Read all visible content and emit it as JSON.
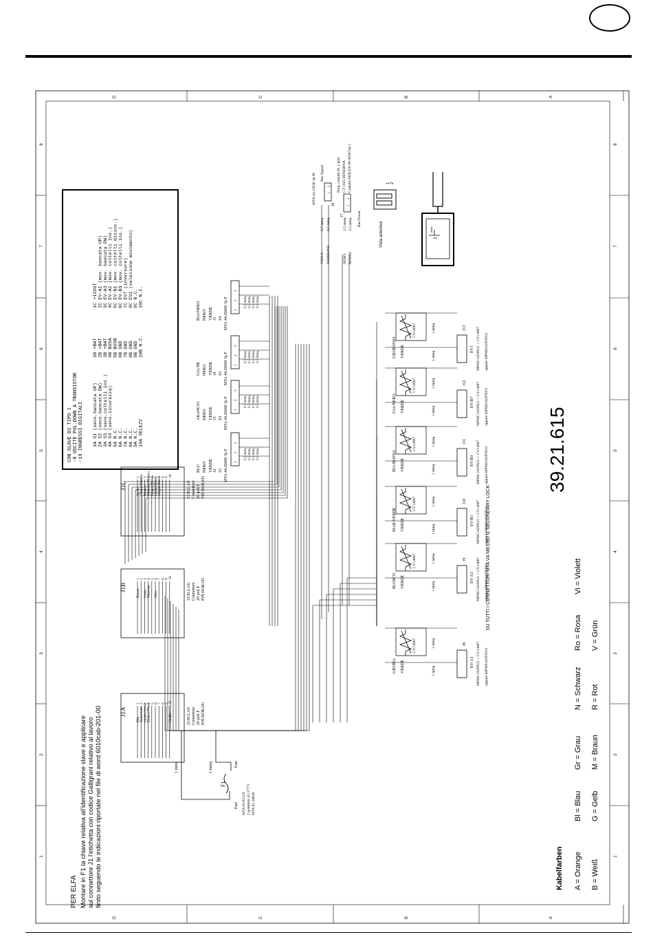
{
  "doc_number": "39.21.615",
  "notes": {
    "title": "PER ELFA",
    "lines": [
      "Montare  in F1 la chiave relativa all'identificazione slave e applicare",
      "sul connettore J1 l'etichetta  con codice Galligrani relativo al lavoro",
      "finito seguendo le indicazioni riportate nel file di word 6010cab-201-00"
    ]
  },
  "legend": {
    "title": "Kabelfarben",
    "rows": [
      [
        "A = Orange",
        "Bl = Blau",
        "Gr = Grau",
        "N = Schwarz",
        "Ro = Rosa",
        "Vi = Violett"
      ],
      [
        "B = Weiß",
        "G = Gelb",
        "M = Braun",
        "R = Rot",
        "V = Grün"
      ]
    ]
  },
  "secondary_lock_note": "SU TUTTI I CONNETTORI MTA VA MESSO IL SECONDARY LOCK",
  "spec_box": {
    "header": [
      "CON SLAVE DI TIPO 1",
      "-8 USCITE PUL.DOWN A TRANSISTOR",
      "-10 INGRESSI DIGITALI"
    ],
    "col1": [
      "1A S1  (sens.bancata UP)",
      "2A S2  (sens.bancata DW)",
      "3A S3  (sens.coltelli ins.)",
      "4A S4  (sens.sicurezza)",
      "5A N.C.",
      "6A N.C.",
      "7A N.C.",
      "8A N.C.",
      "9A N.C.",
      "10A SELEZV"
    ],
    "col2": [
      "1B +BAT",
      "2B +BAT",
      "3B +BAT",
      "4B BUSA",
      "5B BUSB",
      "6B GND",
      "7B GND",
      "8B GND",
      "9B GND",
      "10B N.C."
    ],
    "col3": [
      "1C +12OUT",
      "2C EV-A1 (mov. bancata UP)",
      "3C EV-A3 (mov. bancata DW)",
      "4C EV-A2 (mov. coltelli ins.)",
      "5C EV-B1 (mov. coltelli disins.)",
      "6C EV-B3 (mov. coltelli ins.)",
      "7C EV7 (inversore)",
      "8C EV1 (selezione movimento)",
      "9C N.C.",
      "10C N.C."
    ]
  },
  "connectors": [
    {
      "name": "J1A",
      "pins": [
        "1",
        "2",
        "3",
        "4",
        "5",
        "6",
        "7",
        "8",
        "9",
        "10"
      ],
      "wires": [
        "Blu",
        "Arancione",
        "Giallo/Verde",
        "Bianco/Nero",
        "",
        "",
        "",
        "",
        "",
        "Giallo"
      ],
      "spec": [
        "2130.2.AU",
        "Connettore",
        "20 poli F",
        "PIN DORATI"
      ]
    },
    {
      "name": "J1B",
      "pins": [
        "1",
        "2",
        "3",
        "4",
        "5",
        "6",
        "7",
        "8",
        "9",
        "10"
      ],
      "wires": [
        "Rosso",
        "",
        "Viola",
        "Marrone",
        "",
        "Nero",
        "",
        "",
        "",
        ""
      ],
      "spec": [
        "2130.2.AU",
        "Connettore",
        "20 poli F",
        "PIN DORATI"
      ]
    },
    {
      "name": "J1C",
      "pins": [
        "1",
        "2",
        "3",
        "4",
        "5",
        "6",
        "7",
        "8",
        "9",
        "10"
      ],
      "wires": [
        "Verde",
        "Grigio/Bianco",
        "Bianco",
        "Marrone/Bianco",
        "Bianco/Rosso",
        "Giallo/Nero",
        "Grigio/Rosso",
        "",
        "",
        ""
      ],
      "spec": [
        "2130.2.AU",
        "Connettore",
        "20 poli F",
        "PIN DORATI"
      ]
    }
  ],
  "fuse": {
    "name": "F1",
    "label": "Fast",
    "wire": "1 mmq",
    "codes": [
      "MTA 03.02319",
      "2 gommini 45.37771",
      "MTA 01.28640"
    ]
  },
  "sensors": [
    {
      "name": "S1",
      "j": "J2",
      "part": "MTA 44.26660  3p F",
      "wires": [
        "BLU",
        "NERO",
        "VERDE"
      ],
      "wire": "0,5 mmq"
    },
    {
      "name": "S2",
      "j": "J3",
      "part": "MTA 44.26660  3p F",
      "wires": [
        "ARANCIO",
        "NERO",
        "VERDE"
      ],
      "wire": "0,5 mmq"
    },
    {
      "name": "S3",
      "j": "J4",
      "part": "MTA 44.26660  3p F",
      "wires": [
        "GIA/NE",
        "NERO",
        "VERDE"
      ],
      "wire": "0,5 mmq"
    },
    {
      "name": "S4",
      "j": "J5",
      "part": "MTA 44.26660  3p F",
      "wires": [
        "BIA/NERO",
        "NERO",
        "VERDE"
      ],
      "wire": "0,5 mmq"
    }
  ],
  "valves": [
    {
      "name": "EV-A1",
      "j": "J8",
      "color": "GRI/BIA",
      "diode": "CV14607",
      "wire": "1 mmq",
      "ground": "VERDE",
      "codes": [
        "MPMC1829N21 + CV14607",
        "oppure MPMS1829TD11"
      ]
    },
    {
      "name": "EV-A3",
      "j": "J9",
      "color": "BIANCO",
      "diode": "CV14607",
      "wire": "1 mmq",
      "ground": "VERDE",
      "codes": [
        "MPMC1829N21 + CV14607",
        "oppure MPMS1829TD11"
      ]
    },
    {
      "name": "EV-B1",
      "j": "J10",
      "color": "MAR/VERDE",
      "diode": "CV14607",
      "wire": "1 mmq",
      "ground": "VERDE",
      "codes": [
        "MPMC1829N21 + CV14607",
        "oppure MPMS1829TD11"
      ]
    },
    {
      "name": "EV-B3",
      "j": "J11",
      "color": "BIA/ROSSO",
      "diode": "CV14607",
      "wire": "1 mmq",
      "ground": "VERDE",
      "codes": [
        "MPMC1829N21 + CV14607",
        "oppure MPMS1829TD11"
      ]
    },
    {
      "name": "EV-B7",
      "j": "J12",
      "color": "GIA/NERO",
      "diode": "CV14607",
      "wire": "1 mmq",
      "ground": "VERDE",
      "codes": [
        "MPMC1829N21 + CV14607",
        "oppure MPMS1829TD11"
      ]
    },
    {
      "name": "EV1",
      "j": "J13",
      "color": "GRI/ROSSO",
      "diode": "CV14607",
      "wire": "1 mmq",
      "ground": "VERDE",
      "codes": [
        "MPMC1829N21 + CV14607",
        "oppure MPMS1829TD11"
      ]
    }
  ],
  "bus": {
    "signal": {
      "part": "MTA 44.12630  2p M",
      "label": "Bus Signal",
      "j": "J6",
      "pins": [
        "1",
        "2"
      ],
      "wires": [
        "VIOLA",
        "MARRONE"
      ],
      "sizes": [
        "0,5 mmq",
        "0,5 mmq"
      ]
    },
    "power": {
      "label": "Bus Power",
      "j": "J7",
      "pins": [
        "1",
        "2"
      ],
      "wires": [
        "NERO",
        "ROSSO"
      ],
      "sizes": [
        "2,5 mmq",
        "2,5 mmq"
      ],
      "notes": [
        "Porta contatti M. 2 poli",
        "CT 1025 MINIDINA",
        "Contatti MOLEX 09-9030744-1"
      ]
    },
    "view_label": "Vista anteriore",
    "view_pins": [
      "1",
      "2"
    ]
  },
  "border": {
    "rows": [
      "D",
      "C",
      "B",
      "A"
    ],
    "cols": [
      "1",
      "2",
      "3",
      "4",
      "5",
      "6",
      "7",
      "8"
    ]
  }
}
